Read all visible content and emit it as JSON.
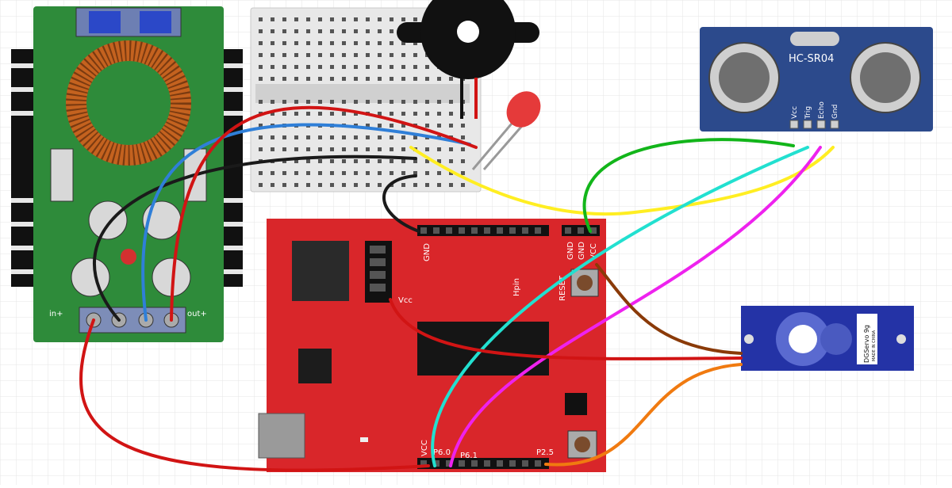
{
  "colors": {
    "regulator_pcb": "#2e8b3a",
    "breadboard": "#e8e8e8",
    "buzzer": "#111111",
    "sensor_pcb": "#2c4a8c",
    "launchpad": "#d9262a",
    "servo": "#2433a6",
    "wire_red": "#d11414",
    "wire_blue": "#2f7fd8",
    "wire_black": "#1a1a1a",
    "wire_yellow": "#ffee22",
    "wire_green": "#12b51a",
    "wire_cyan": "#22e0d0",
    "wire_magenta": "#ee22ee",
    "wire_brown": "#8a3a08",
    "wire_orange": "#f07a10",
    "led": "#e53a3a"
  },
  "regulator": {
    "in_label": "in+",
    "out_label": "out+"
  },
  "sensor": {
    "title": "HC-SR04",
    "pins": [
      "Vcc",
      "Trig",
      "Echo",
      "Gnd"
    ]
  },
  "launchpad": {
    "gnd_top": "GND",
    "gnd_right_1": "GND",
    "gnd_right_2": "GND",
    "vcc_right": "VCC",
    "vcc_header": "Vcc",
    "hpin": "Hpin",
    "reset": "RESET",
    "vcc_bottom": "VCC",
    "p60": "P6.0",
    "p61": "P6.1",
    "p25": "P2.5"
  },
  "servo": {
    "brand": "DGServo 9g",
    "made": "MADE IN CHINA"
  }
}
